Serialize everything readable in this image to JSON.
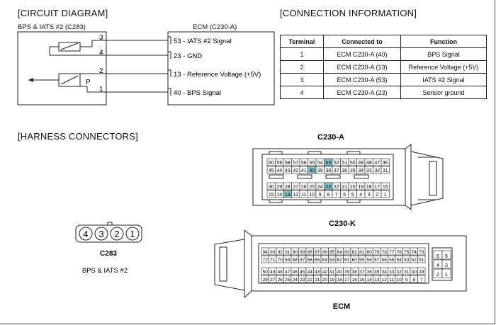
{
  "circuit": {
    "title": "[CIRCUIT DIAGRAM]",
    "sensor_label": "BPS & IATS #2 (C283)",
    "ecm_label": "ECM (C230-A)",
    "left_pins": [
      "3",
      "4",
      "2",
      "1"
    ],
    "p_label": "P",
    "ecm_pins": [
      "53 - IATS #2 Signal",
      "23 - GND",
      "13 - Reference Voltage (+5V)",
      "40 - BPS Signal"
    ]
  },
  "connection": {
    "title": "[CONNECTION INFORMATION]",
    "headers": [
      "Terminal",
      "Connected to",
      "Function"
    ],
    "rows": [
      [
        "1",
        "ECM C230-A (40)",
        "BPS Signal"
      ],
      [
        "2",
        "ECM C230-A (13)",
        "Reference Voltage (+5V)"
      ],
      [
        "3",
        "ECM C230-A (53)",
        "IATS #2 Signal"
      ],
      [
        "4",
        "ECM C230-A (23)",
        "Sensor ground"
      ]
    ]
  },
  "harness": {
    "title": "[HARNESS CONNECTORS]",
    "c230a": {
      "label": "C230-A",
      "row1": [
        "60",
        "59",
        "58",
        "57",
        "56",
        "55",
        "54",
        "53",
        "52",
        "51",
        "50",
        "49",
        "48",
        "47",
        "46"
      ],
      "row2": [
        "45",
        "44",
        "43",
        "42",
        "41",
        "40",
        "39",
        "38",
        "37",
        "36",
        "35",
        "34",
        "33",
        "32",
        "31"
      ],
      "row3": [
        "30",
        "29",
        "28",
        "27",
        "26",
        "25",
        "24",
        "23",
        "22",
        "21",
        "20",
        "19",
        "18",
        "17",
        "16"
      ],
      "row4": [
        "15",
        "14",
        "13",
        "12",
        "11",
        "10",
        "9",
        "8",
        "7",
        "6",
        "5",
        "4",
        "3",
        "2",
        "1"
      ],
      "highlighted": [
        "53",
        "40",
        "23",
        "13"
      ]
    },
    "c230k": {
      "label": "C230-K",
      "row1": [
        "94",
        "93",
        "92",
        "91",
        "90",
        "89",
        "88",
        "87",
        "86",
        "85",
        "84",
        "83",
        "82",
        "81",
        "80",
        "79",
        "78",
        "77",
        "76",
        "75",
        "74",
        "73"
      ],
      "row2": [
        "72",
        "71",
        "70",
        "69",
        "68",
        "67",
        "66",
        "65",
        "64",
        "63",
        "62",
        "61",
        "60",
        "59",
        "58",
        "57",
        "56",
        "55",
        "54",
        "53",
        "52",
        "51"
      ],
      "row3": [
        "50",
        "49",
        "48",
        "47",
        "46",
        "45",
        "44",
        "43",
        "42",
        "41",
        "40",
        "39",
        "38",
        "37",
        "36",
        "35",
        "34",
        "33",
        "32",
        "31",
        "30",
        "29"
      ],
      "row4": [
        "28",
        "27",
        "26",
        "25",
        "24",
        "23",
        "22",
        "21",
        "20",
        "19",
        "18",
        "17",
        "16",
        "15",
        "14",
        "13",
        "12",
        "11",
        "10",
        "9",
        "8",
        "7"
      ],
      "side": [
        "6",
        "5",
        "4",
        "3",
        "2",
        "1"
      ]
    },
    "c283": {
      "label": "C283",
      "sublabel": "BPS & IATS #2",
      "pins": [
        "4",
        "3",
        "2",
        "1"
      ]
    },
    "ecm_label": "ECM"
  },
  "colors": {
    "highlight": "#7fc6c9",
    "line": "#222222"
  }
}
